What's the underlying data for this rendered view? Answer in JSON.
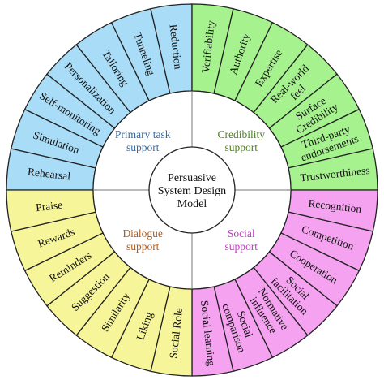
{
  "center": {
    "lines": [
      "Persuasive",
      "System Design",
      "Model"
    ]
  },
  "colors": {
    "primary": "#a8dcf7",
    "credibility": "#a6f28f",
    "dialogue": "#f6f59a",
    "social": "#f5a3f0",
    "outline": "#222222",
    "primary_label": "#3a6aa0",
    "credibility_label": "#4f7f23",
    "dialogue_label": "#b05a1a",
    "social_label": "#c23ac4"
  },
  "quadrants": [
    {
      "key": "primary",
      "label_lines": [
        "Primary task",
        "support"
      ],
      "items": [
        {
          "lines": [
            "Rehearsal"
          ]
        },
        {
          "lines": [
            "Simulation"
          ]
        },
        {
          "lines": [
            "Self-monitoring"
          ]
        },
        {
          "lines": [
            "Personalization"
          ]
        },
        {
          "lines": [
            "Tailoring"
          ]
        },
        {
          "lines": [
            "Tunneling"
          ]
        },
        {
          "lines": [
            "Reduction"
          ]
        }
      ]
    },
    {
      "key": "credibility",
      "label_lines": [
        "Credibility",
        "support"
      ],
      "items": [
        {
          "lines": [
            "Verifiability"
          ]
        },
        {
          "lines": [
            "Authority"
          ]
        },
        {
          "lines": [
            "Expertise"
          ]
        },
        {
          "lines": [
            "Real-world",
            "feel"
          ]
        },
        {
          "lines": [
            "Surface",
            "Credibility"
          ]
        },
        {
          "lines": [
            "Third-party",
            "endorsements"
          ]
        },
        {
          "lines": [
            "Trustworthiness"
          ]
        }
      ]
    },
    {
      "key": "social",
      "label_lines": [
        "Social",
        "support"
      ],
      "items": [
        {
          "lines": [
            "Recognition"
          ]
        },
        {
          "lines": [
            "Competition"
          ]
        },
        {
          "lines": [
            "Cooperation"
          ]
        },
        {
          "lines": [
            "Social",
            "facilitation"
          ]
        },
        {
          "lines": [
            "Normative",
            "influence"
          ]
        },
        {
          "lines": [
            "Social",
            "comparison"
          ]
        },
        {
          "lines": [
            "Social learning"
          ]
        }
      ]
    },
    {
      "key": "dialogue",
      "label_lines": [
        "Dialogue",
        "support"
      ],
      "items": [
        {
          "lines": [
            "Social Role"
          ]
        },
        {
          "lines": [
            "Liking"
          ]
        },
        {
          "lines": [
            "Similarity"
          ]
        },
        {
          "lines": [
            "Suggestion"
          ]
        },
        {
          "lines": [
            "Reminders"
          ]
        },
        {
          "lines": [
            "Rewards"
          ]
        },
        {
          "lines": [
            "Praise"
          ]
        }
      ]
    }
  ]
}
